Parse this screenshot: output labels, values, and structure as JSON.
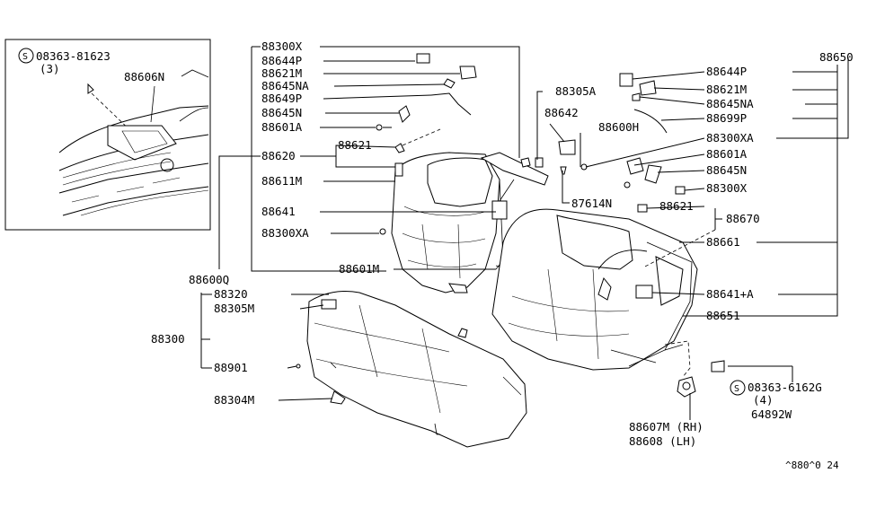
{
  "diagram": {
    "inset": {
      "screw_callout": "08363-81623",
      "screw_qty": "(3)",
      "part": "88606N"
    },
    "labels": {
      "p88300X": "88300X",
      "p88644P_l": "88644P",
      "p88621M_l": "88621M",
      "p88645NA_l": "88645NA",
      "p88649P": "88649P",
      "p88645N_l": "88645N",
      "p88601A_l": "88601A",
      "p88620": "88620",
      "p88621_l": "88621",
      "p88611M": "88611M",
      "p88641": "88641",
      "p88300XA_l": "88300XA",
      "p88600Q": "88600Q",
      "p88601M": "88601M",
      "p88320": "88320",
      "p88305M": "88305M",
      "p88300": "88300",
      "p88901": "88901",
      "p88304M": "88304M",
      "p88305A": "88305A",
      "p88642": "88642",
      "p88600H": "88600H",
      "p87614N": "87614N",
      "p88650": "88650",
      "p88644P_r": "88644P",
      "p88621M_r": "88621M",
      "p88645NA_r": "88645NA",
      "p88699P": "88699P",
      "p88300XA_r": "88300XA",
      "p88601A_r": "88601A",
      "p88645N_r": "88645N",
      "p88300X_r": "88300X",
      "p88621_r": "88621",
      "p88670": "88670",
      "p88661": "88661",
      "p88641A": "88641+A",
      "p88651": "88651",
      "screw2_callout": "08363-6162G",
      "screw2_qty": "(4)",
      "p64892W": "64892W",
      "p88607M": "88607M (RH)",
      "p88608": "88608  (LH)"
    },
    "footer_code": "^880^0 24"
  }
}
